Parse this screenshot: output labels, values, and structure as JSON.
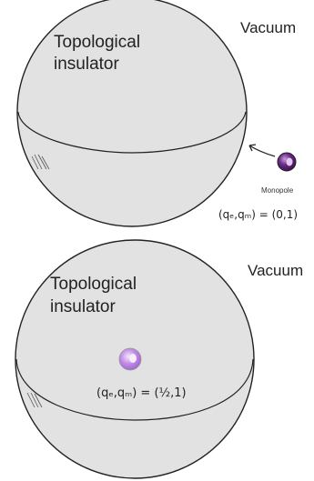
{
  "panels": [
    {
      "sphere_label_line1": "Topological",
      "sphere_label_line2": "insulator",
      "medium_label": "Vacuum",
      "particle_label": "Monopole",
      "charge_formula": "(qₑ,qₘ) = (0,1)",
      "particle_color": "#5a1a72"
    },
    {
      "sphere_label_line1": "Topological",
      "sphere_label_line2": "insulator",
      "medium_label": "Vacuum",
      "charge_formula": "(qₑ,qₘ) = (½,1)",
      "particle_color": "#b57be0"
    }
  ],
  "colors": {
    "sphere_fill": "#e2e2e2",
    "outline": "#222222"
  }
}
